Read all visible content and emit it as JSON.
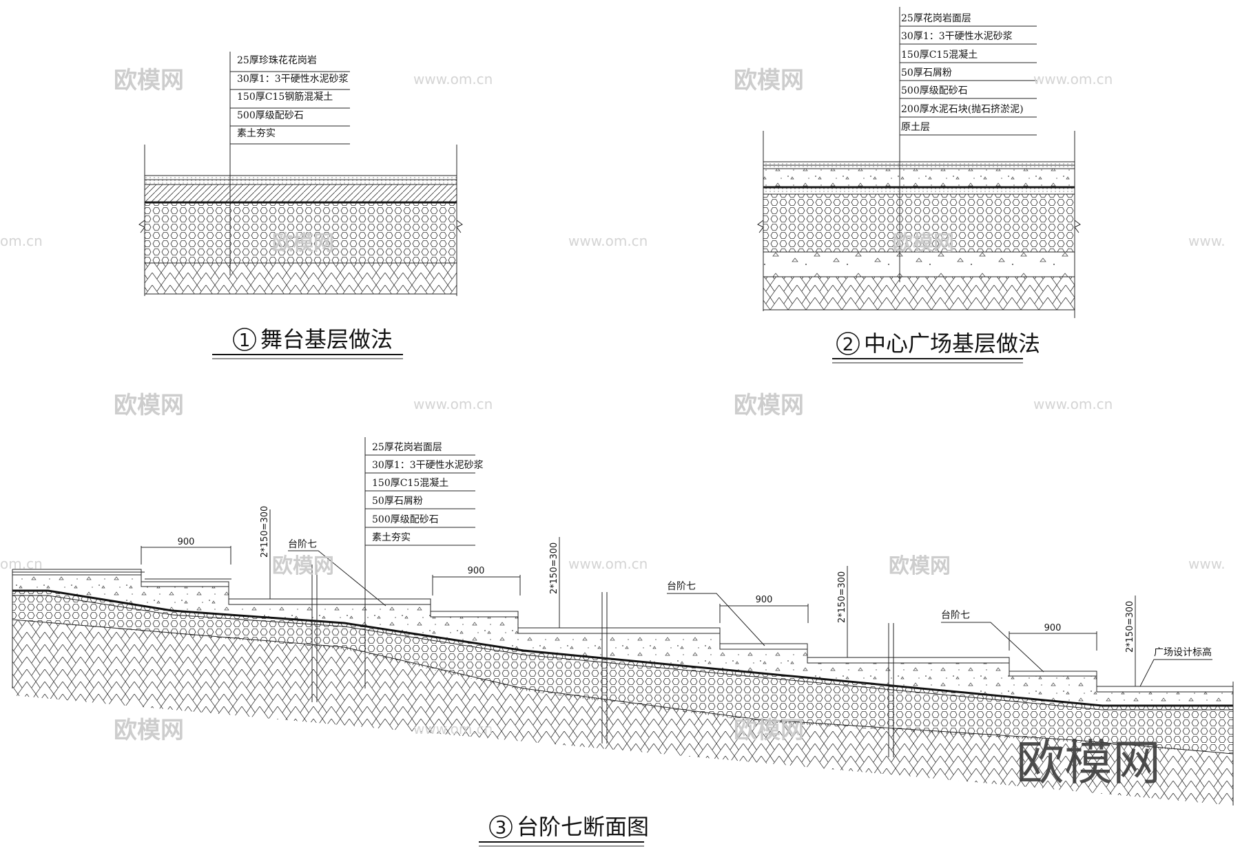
{
  "watermark": {
    "cn": "欧模网",
    "url": "www.om.cn",
    "url_short": "om.cn",
    "url_cut": "www."
  },
  "detail1": {
    "number": "1",
    "title": "舞台基层做法",
    "layers": [
      "25厚珍珠花花岗岩",
      "30厚1：3干硬性水泥砂浆",
      "150厚C15钢筋混凝土",
      "500厚级配砂石",
      "素土夯实"
    ]
  },
  "detail2": {
    "number": "2",
    "title": "中心广场基层做法",
    "layers": [
      "25厚花岗岩面层",
      "30厚1：3干硬性水泥砂浆",
      "150厚C15混凝土",
      "50厚石屑粉",
      "500厚级配砂石",
      "200厚水泥石块(抛石挤淤泥)",
      "原土层"
    ]
  },
  "detail3": {
    "number": "3",
    "title": "台阶七断面图",
    "layers": [
      "25厚花岗岩面层",
      "30厚1：3干硬性水泥砂浆",
      "150厚C15混凝土",
      "50厚石屑粉",
      "500厚级配砂石",
      "素土夯实"
    ],
    "step_width": "900",
    "step_rise": "2*150=300",
    "step_label": "台阶七",
    "plaza_label": "广场设计标高"
  }
}
